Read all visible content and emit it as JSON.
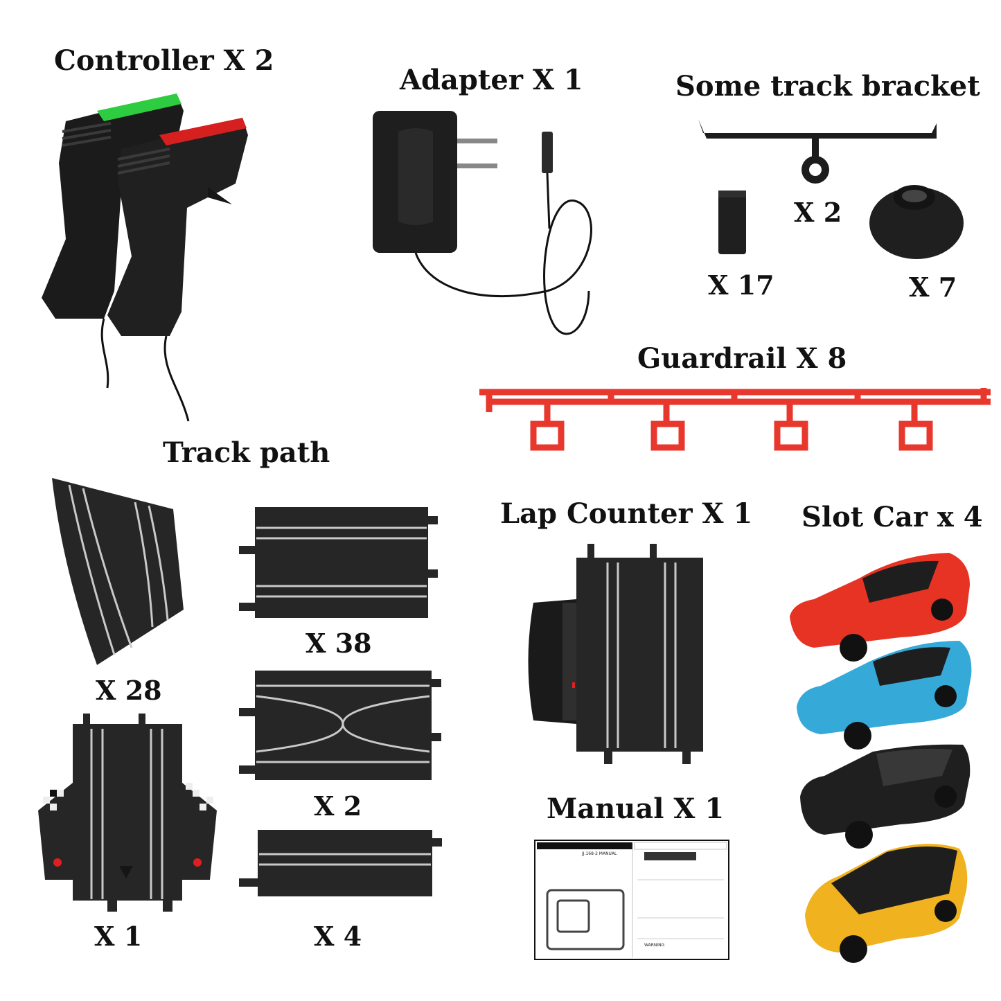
{
  "labels": {
    "controller": "Controller X 2",
    "adapter": "Adapter X 1",
    "bracket": "Some track bracket",
    "bracket_x2": "X 2",
    "bracket_x17": "X 17",
    "bracket_x7": "X 7",
    "guardrail": "Guardrail X 8",
    "track_path": "Track path",
    "curve_x28": "X 28",
    "straight_x38": "X 38",
    "cross_x2": "X 2",
    "start_x1": "X 1",
    "short_x4": "X 4",
    "lap_counter": "Lap Counter X 1",
    "slot_car": "Slot Car x 4",
    "manual": "Manual X 1"
  },
  "manual_sheet": {
    "title": "JJ.168-2 MANUAL",
    "warning": "WARNING"
  },
  "colors": {
    "track": "#2a2a2b",
    "rail": "#c9c9c9",
    "guardrail": "#e8372c",
    "controller_green": "#2ecc40",
    "controller_red": "#d62020",
    "car_red": "#e63323",
    "car_blue": "#35a9d8",
    "car_black": "#1e1f1e",
    "car_yellow": "#f0b21e"
  }
}
